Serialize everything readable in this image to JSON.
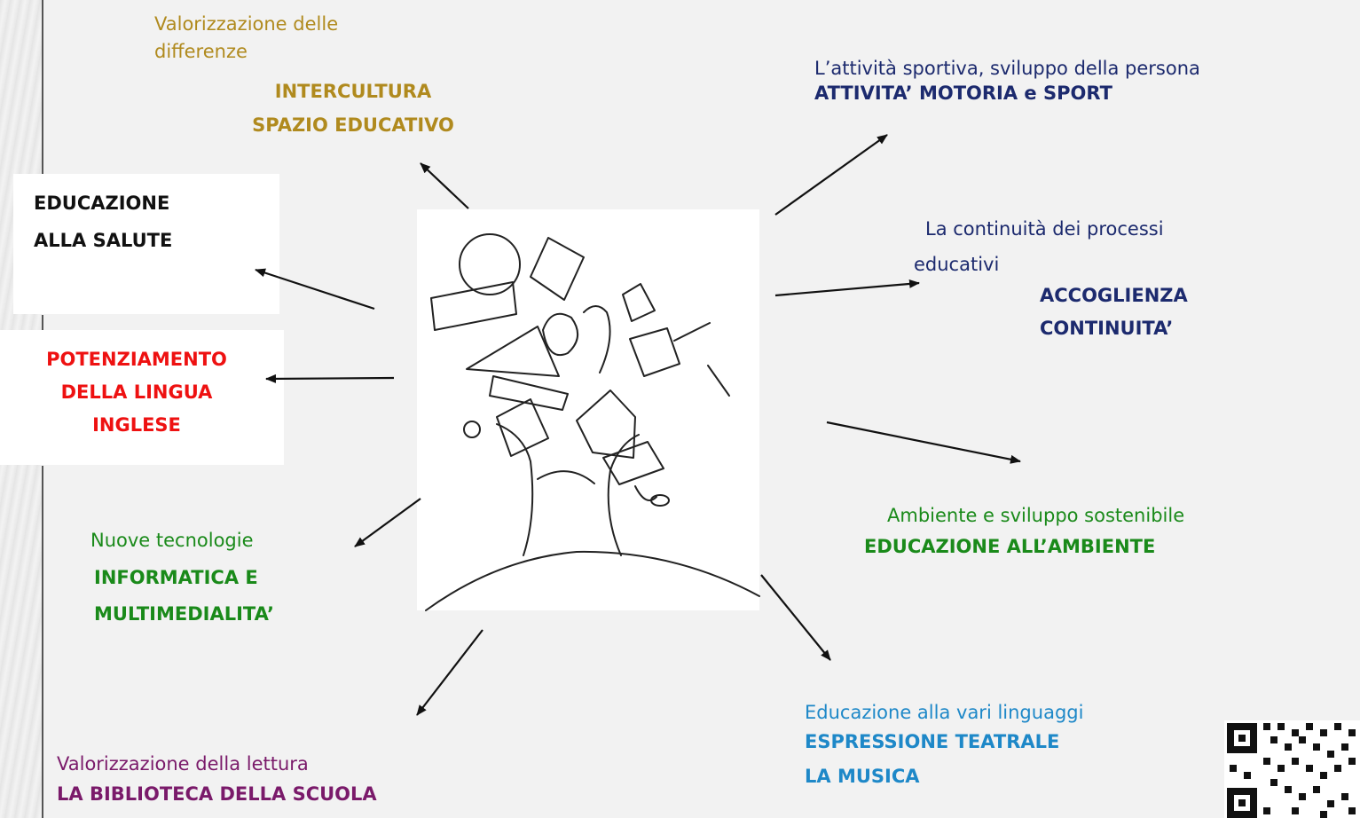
{
  "colors": {
    "gold": "#b08a1e",
    "navy": "#1c2a6e",
    "red": "#ee1111",
    "green": "#1a8a1a",
    "purple": "#7a1a6a",
    "blue": "#1e88c8",
    "black": "#111111"
  },
  "nodes": {
    "intercultura": {
      "line1": "Valorizzazione delle",
      "line2": "differenze",
      "title1": "INTERCULTURA",
      "title2": "SPAZIO EDUCATIVO"
    },
    "sport": {
      "line1": "L’attività sportiva, sviluppo della persona",
      "title1": "ATTIVITA’  MOTORIA e SPORT"
    },
    "salute": {
      "title1": "EDUCAZIONE",
      "title2": "ALLA SALUTE"
    },
    "continuita": {
      "line1": "La continuità dei processi",
      "line2": "educativi",
      "title1": "ACCOGLIENZA",
      "title2": "CONTINUITA’"
    },
    "inglese": {
      "title1": "POTENZIAMENTO",
      "title2": "DELLA LINGUA",
      "title3": "INGLESE"
    },
    "ambiente": {
      "line1": "Ambiente e sviluppo sostenibile",
      "title1": "EDUCAZIONE ALL’AMBIENTE"
    },
    "informatica": {
      "line1": "Nuove tecnologie",
      "title1": "INFORMATICA E",
      "title2": "MULTIMEDIALITA’"
    },
    "linguaggi": {
      "line1": "Educazione alla vari linguaggi",
      "title1": "ESPRESSIONE TEATRALE",
      "title2": "LA MUSICA"
    },
    "lettura": {
      "line1": "Valorizzazione della lettura",
      "title1": "LA BIBLIOTECA DELLA SCUOLA"
    }
  }
}
